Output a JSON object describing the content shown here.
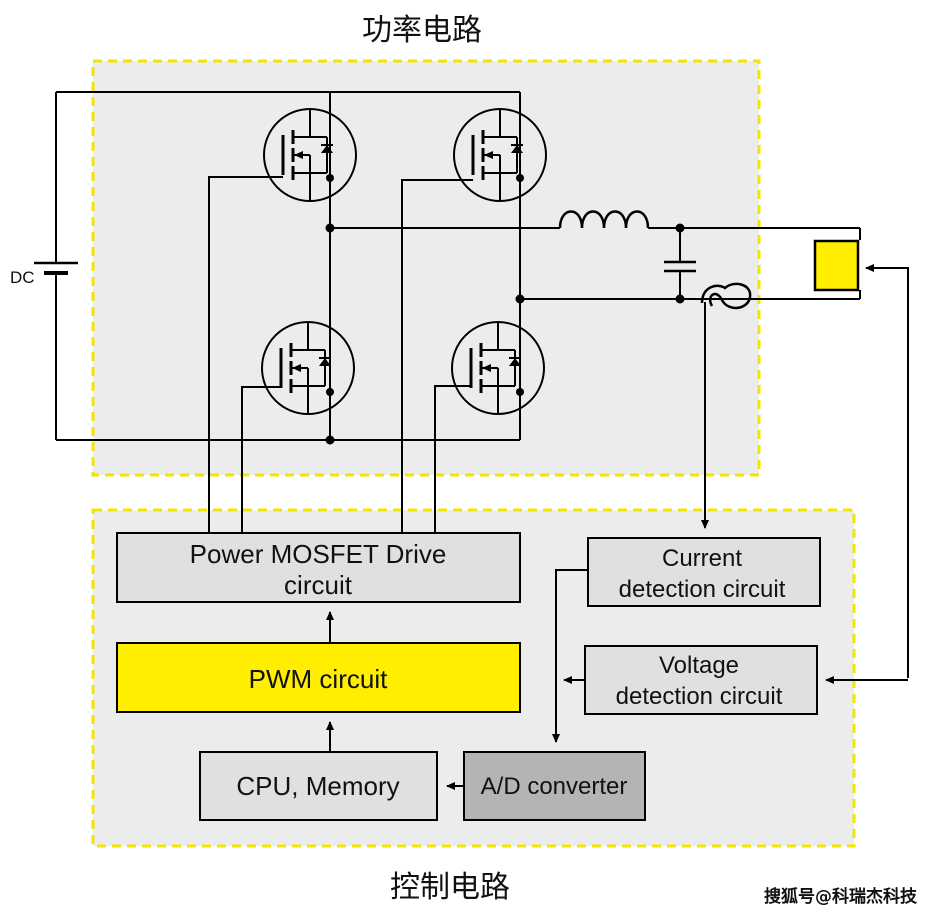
{
  "titles": {
    "power": "功率电路",
    "control": "控制电路"
  },
  "labels": {
    "dc": "DC"
  },
  "blocks": {
    "mosfet_drive_line1": "Power MOSFET Drive",
    "mosfet_drive_line2": "circuit",
    "pwm": "PWM circuit",
    "cpu": "CPU, Memory",
    "adc": "A/D converter",
    "current_line1": "Current",
    "current_line2": "detection circuit",
    "voltage_line1": "Voltage",
    "voltage_line2": "detection circuit"
  },
  "watermark": "搜狐号@科瑞杰科技",
  "colors": {
    "zone_fill": "#ececec",
    "zone_border": "#f2e600",
    "block_fill": "#e0e0e0",
    "adc_fill": "#b4b4b4",
    "pwm_fill": "#ffee00",
    "load_fill": "#ffee00"
  }
}
